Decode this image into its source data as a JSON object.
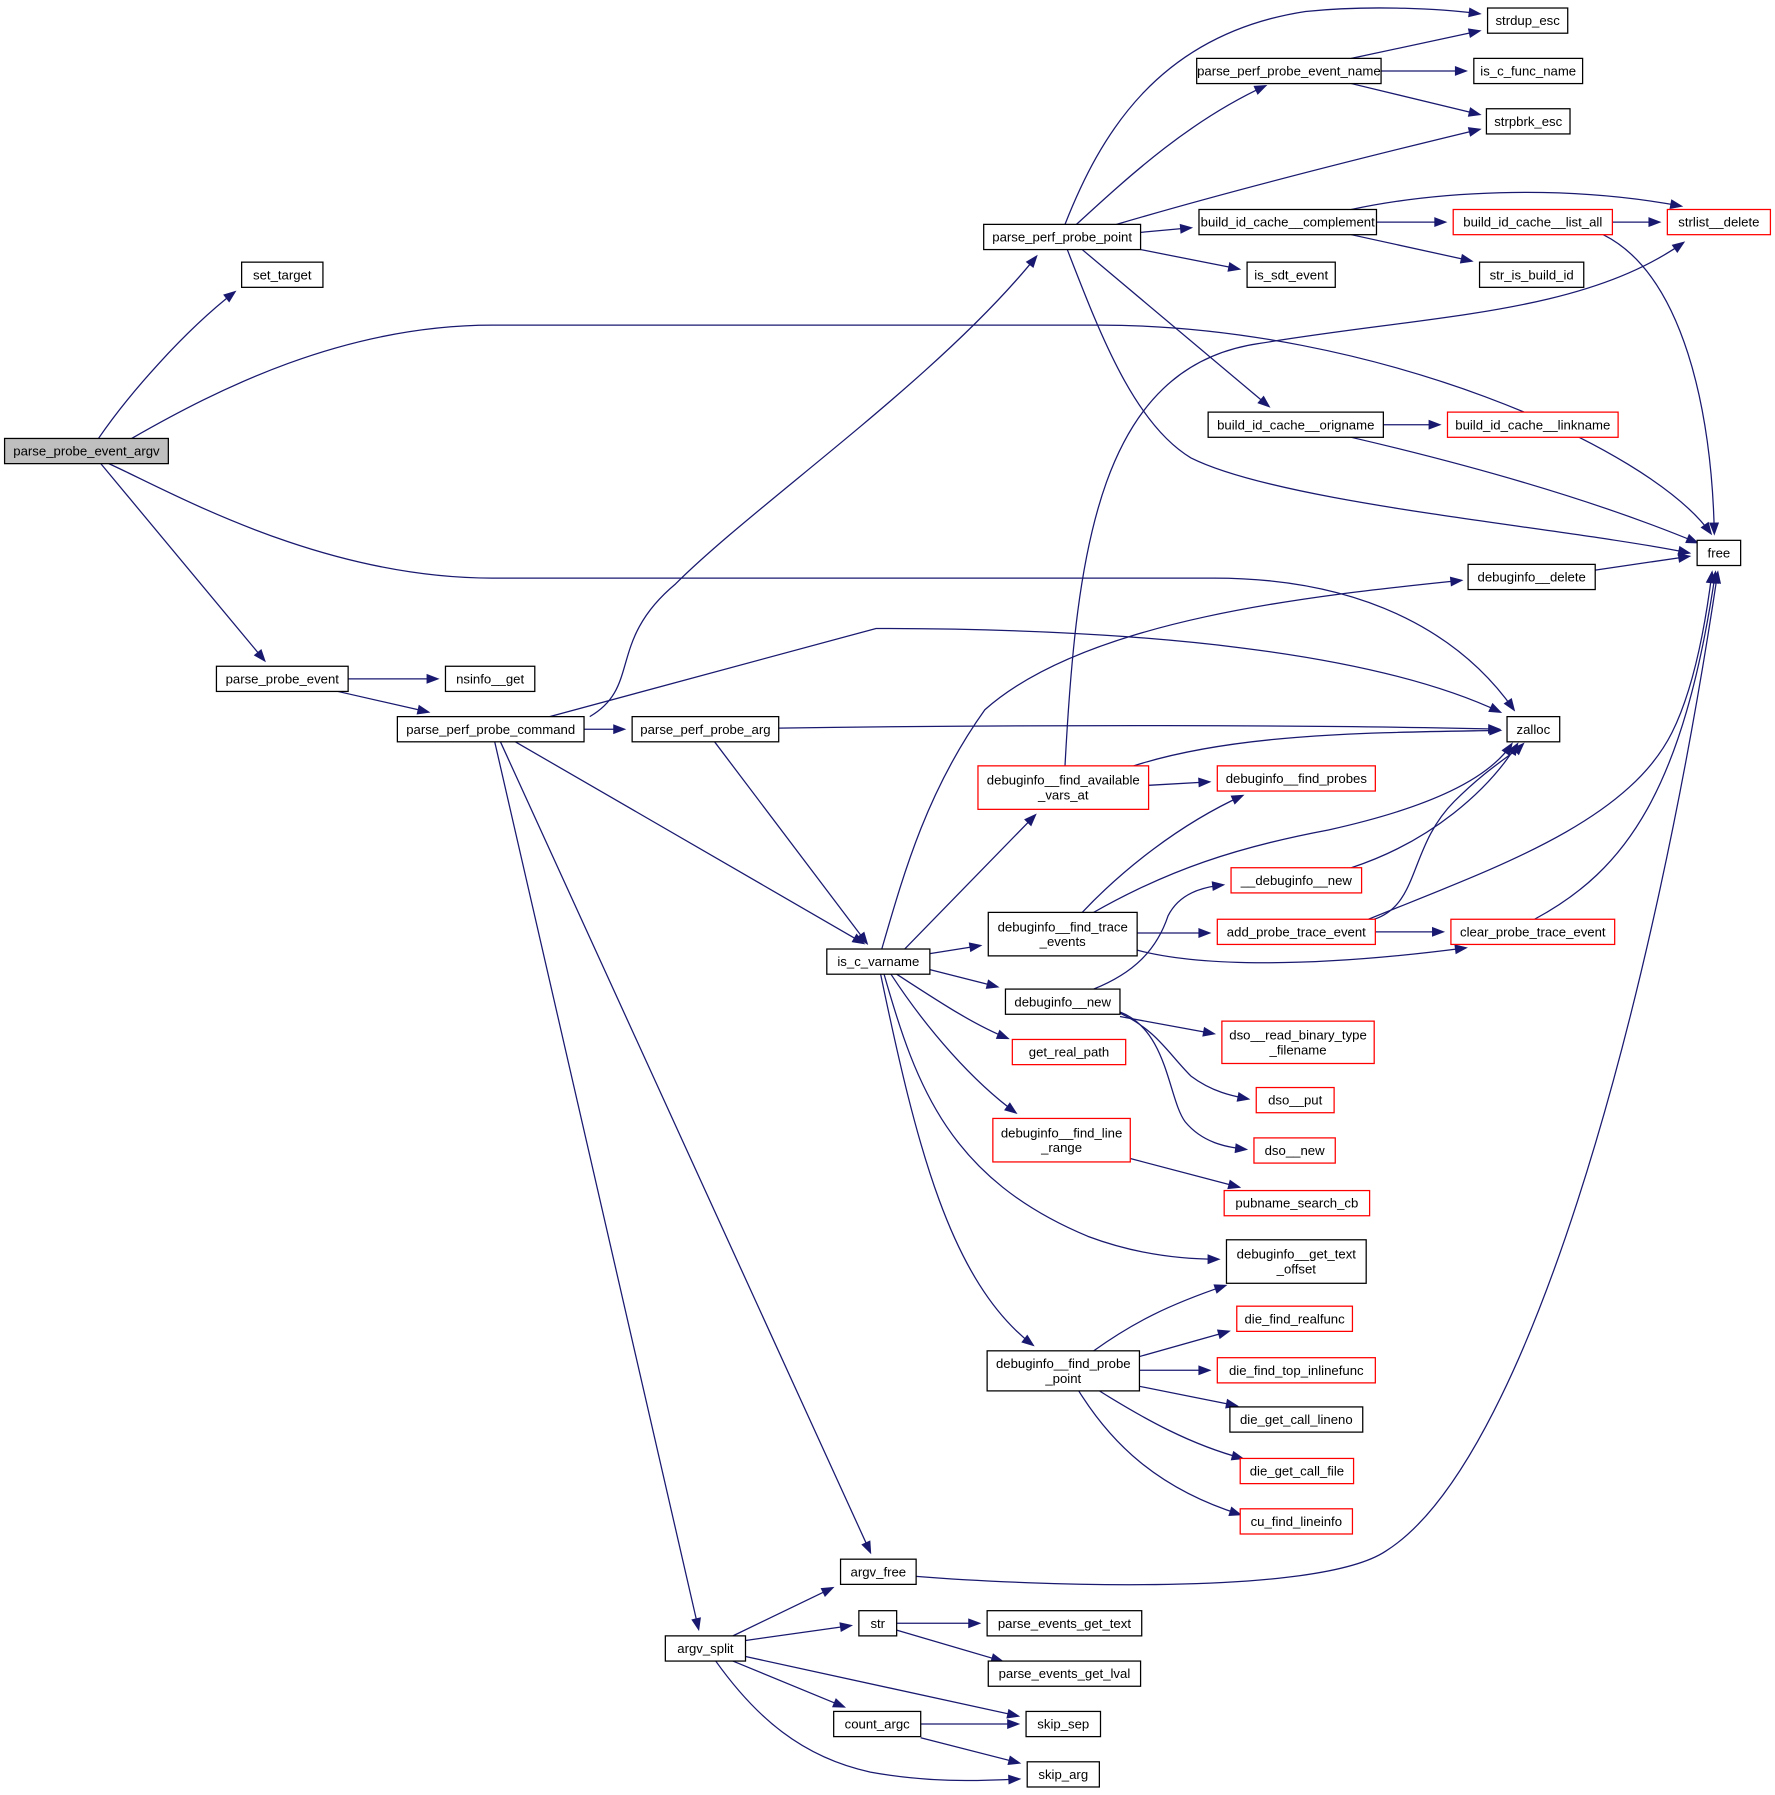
{
  "title": "Call graph for parse_probe_event_argv",
  "colors": {
    "edge": "#191970",
    "node_border": "#000000",
    "node_border_truncated": "#ff0000",
    "node_fill": "#ffffff",
    "root_fill": "#bfbfbf"
  },
  "nodes": [
    {
      "id": "parse_probe_event_argv",
      "label": [
        "parse_probe_event_argv"
      ],
      "kind": "root"
    },
    {
      "id": "set_target",
      "label": [
        "set_target"
      ],
      "kind": "normal"
    },
    {
      "id": "free",
      "label": [
        "free"
      ],
      "kind": "normal"
    },
    {
      "id": "zalloc",
      "label": [
        "zalloc"
      ],
      "kind": "normal"
    },
    {
      "id": "parse_probe_event",
      "label": [
        "parse_probe_event"
      ],
      "kind": "normal"
    },
    {
      "id": "nsinfo__get",
      "label": [
        "nsinfo__get"
      ],
      "kind": "normal"
    },
    {
      "id": "parse_perf_probe_command",
      "label": [
        "parse_perf_probe_command"
      ],
      "kind": "normal"
    },
    {
      "id": "parse_perf_probe_arg",
      "label": [
        "parse_perf_probe_arg"
      ],
      "kind": "normal"
    },
    {
      "id": "parse_perf_probe_point",
      "label": [
        "parse_perf_probe_point"
      ],
      "kind": "normal"
    },
    {
      "id": "parse_perf_probe_event_name",
      "label": [
        "parse_perf_probe_event_name"
      ],
      "kind": "normal"
    },
    {
      "id": "strdup_esc",
      "label": [
        "strdup_esc"
      ],
      "kind": "normal"
    },
    {
      "id": "is_c_func_name",
      "label": [
        "is_c_func_name"
      ],
      "kind": "normal"
    },
    {
      "id": "strpbrk_esc",
      "label": [
        "strpbrk_esc"
      ],
      "kind": "normal"
    },
    {
      "id": "build_id_cache__complement",
      "label": [
        "build_id_cache__complement"
      ],
      "kind": "normal"
    },
    {
      "id": "build_id_cache__list_all",
      "label": [
        "build_id_cache__list_all"
      ],
      "kind": "truncated"
    },
    {
      "id": "strlist__delete",
      "label": [
        "strlist__delete"
      ],
      "kind": "truncated"
    },
    {
      "id": "is_sdt_event",
      "label": [
        "is_sdt_event"
      ],
      "kind": "normal"
    },
    {
      "id": "str_is_build_id",
      "label": [
        "str_is_build_id"
      ],
      "kind": "normal"
    },
    {
      "id": "build_id_cache__origname",
      "label": [
        "build_id_cache__origname"
      ],
      "kind": "normal"
    },
    {
      "id": "build_id_cache__linkname",
      "label": [
        "build_id_cache__linkname"
      ],
      "kind": "truncated"
    },
    {
      "id": "debuginfo__delete",
      "label": [
        "debuginfo__delete"
      ],
      "kind": "normal"
    },
    {
      "id": "is_c_varname",
      "label": [
        "is_c_varname"
      ],
      "kind": "normal"
    },
    {
      "id": "debuginfo__find_available_vars_at",
      "label": [
        "debuginfo__find_available",
        "_vars_at"
      ],
      "kind": "truncated"
    },
    {
      "id": "debuginfo__find_probes",
      "label": [
        "debuginfo__find_probes"
      ],
      "kind": "truncated"
    },
    {
      "id": "__debuginfo__new",
      "label": [
        "__debuginfo__new"
      ],
      "kind": "truncated"
    },
    {
      "id": "debuginfo__find_trace_events",
      "label": [
        "debuginfo__find_trace",
        "_events"
      ],
      "kind": "normal"
    },
    {
      "id": "add_probe_trace_event",
      "label": [
        "add_probe_trace_event"
      ],
      "kind": "truncated"
    },
    {
      "id": "clear_probe_trace_event",
      "label": [
        "clear_probe_trace_event"
      ],
      "kind": "truncated"
    },
    {
      "id": "debuginfo__new",
      "label": [
        "debuginfo__new"
      ],
      "kind": "normal"
    },
    {
      "id": "dso__read_binary_type_filename",
      "label": [
        "dso__read_binary_type",
        "_filename"
      ],
      "kind": "truncated"
    },
    {
      "id": "get_real_path",
      "label": [
        "get_real_path"
      ],
      "kind": "truncated"
    },
    {
      "id": "dso__put",
      "label": [
        "dso__put"
      ],
      "kind": "truncated"
    },
    {
      "id": "dso__new",
      "label": [
        "dso__new"
      ],
      "kind": "truncated"
    },
    {
      "id": "debuginfo__find_line_range",
      "label": [
        "debuginfo__find_line",
        "_range"
      ],
      "kind": "truncated"
    },
    {
      "id": "pubname_search_cb",
      "label": [
        "pubname_search_cb"
      ],
      "kind": "truncated"
    },
    {
      "id": "debuginfo__get_text_offset",
      "label": [
        "debuginfo__get_text",
        "_offset"
      ],
      "kind": "normal"
    },
    {
      "id": "die_find_realfunc",
      "label": [
        "die_find_realfunc"
      ],
      "kind": "truncated"
    },
    {
      "id": "debuginfo__find_probe_point",
      "label": [
        "debuginfo__find_probe",
        "_point"
      ],
      "kind": "normal"
    },
    {
      "id": "die_find_top_inlinefunc",
      "label": [
        "die_find_top_inlinefunc"
      ],
      "kind": "truncated"
    },
    {
      "id": "die_get_call_lineno",
      "label": [
        "die_get_call_lineno"
      ],
      "kind": "normal"
    },
    {
      "id": "die_get_call_file",
      "label": [
        "die_get_call_file"
      ],
      "kind": "truncated"
    },
    {
      "id": "cu_find_lineinfo",
      "label": [
        "cu_find_lineinfo"
      ],
      "kind": "truncated"
    },
    {
      "id": "argv_free",
      "label": [
        "argv_free"
      ],
      "kind": "normal"
    },
    {
      "id": "str",
      "label": [
        "str"
      ],
      "kind": "normal"
    },
    {
      "id": "parse_events_get_text",
      "label": [
        "parse_events_get_text"
      ],
      "kind": "normal"
    },
    {
      "id": "argv_split",
      "label": [
        "argv_split"
      ],
      "kind": "normal"
    },
    {
      "id": "parse_events_get_lval",
      "label": [
        "parse_events_get_lval"
      ],
      "kind": "normal"
    },
    {
      "id": "count_argc",
      "label": [
        "count_argc"
      ],
      "kind": "normal"
    },
    {
      "id": "skip_sep",
      "label": [
        "skip_sep"
      ],
      "kind": "normal"
    },
    {
      "id": "skip_arg",
      "label": [
        "skip_arg"
      ],
      "kind": "normal"
    }
  ],
  "edges": [
    [
      "parse_probe_event_argv",
      "set_target"
    ],
    [
      "parse_probe_event_argv",
      "free"
    ],
    [
      "parse_probe_event_argv",
      "zalloc"
    ],
    [
      "parse_probe_event_argv",
      "parse_probe_event"
    ],
    [
      "parse_probe_event",
      "nsinfo__get"
    ],
    [
      "parse_probe_event",
      "parse_perf_probe_command"
    ],
    [
      "parse_perf_probe_command",
      "parse_perf_probe_point"
    ],
    [
      "parse_perf_probe_command",
      "zalloc"
    ],
    [
      "parse_perf_probe_command",
      "parse_perf_probe_arg"
    ],
    [
      "parse_perf_probe_command",
      "is_c_varname"
    ],
    [
      "parse_perf_probe_command",
      "argv_free"
    ],
    [
      "parse_perf_probe_command",
      "argv_split"
    ],
    [
      "parse_perf_probe_arg",
      "zalloc"
    ],
    [
      "parse_perf_probe_arg",
      "is_c_varname"
    ],
    [
      "parse_perf_probe_point",
      "strdup_esc"
    ],
    [
      "parse_perf_probe_point",
      "parse_perf_probe_event_name"
    ],
    [
      "parse_perf_probe_point",
      "strpbrk_esc"
    ],
    [
      "parse_perf_probe_point",
      "build_id_cache__complement"
    ],
    [
      "parse_perf_probe_point",
      "is_sdt_event"
    ],
    [
      "parse_perf_probe_point",
      "build_id_cache__origname"
    ],
    [
      "parse_perf_probe_point",
      "free"
    ],
    [
      "parse_perf_probe_event_name",
      "strdup_esc"
    ],
    [
      "parse_perf_probe_event_name",
      "is_c_func_name"
    ],
    [
      "parse_perf_probe_event_name",
      "strpbrk_esc"
    ],
    [
      "build_id_cache__complement",
      "strlist__delete"
    ],
    [
      "build_id_cache__complement",
      "build_id_cache__list_all"
    ],
    [
      "build_id_cache__complement",
      "str_is_build_id"
    ],
    [
      "build_id_cache__list_all",
      "strlist__delete"
    ],
    [
      "build_id_cache__list_all",
      "free"
    ],
    [
      "build_id_cache__origname",
      "build_id_cache__linkname"
    ],
    [
      "build_id_cache__origname",
      "free"
    ],
    [
      "debuginfo__delete",
      "free"
    ],
    [
      "is_c_varname",
      "debuginfo__delete"
    ],
    [
      "is_c_varname",
      "debuginfo__find_available_vars_at"
    ],
    [
      "is_c_varname",
      "debuginfo__find_trace_events"
    ],
    [
      "is_c_varname",
      "debuginfo__new"
    ],
    [
      "is_c_varname",
      "get_real_path"
    ],
    [
      "is_c_varname",
      "debuginfo__find_line_range"
    ],
    [
      "is_c_varname",
      "debuginfo__get_text_offset"
    ],
    [
      "is_c_varname",
      "debuginfo__find_probe_point"
    ],
    [
      "debuginfo__find_available_vars_at",
      "strlist__delete"
    ],
    [
      "debuginfo__find_available_vars_at",
      "zalloc"
    ],
    [
      "debuginfo__find_available_vars_at",
      "debuginfo__find_probes"
    ],
    [
      "debuginfo__find_trace_events",
      "debuginfo__find_probes"
    ],
    [
      "debuginfo__find_trace_events",
      "zalloc"
    ],
    [
      "debuginfo__find_trace_events",
      "add_probe_trace_event"
    ],
    [
      "debuginfo__find_trace_events",
      "clear_probe_trace_event"
    ],
    [
      "__debuginfo__new",
      "zalloc"
    ],
    [
      "add_probe_trace_event",
      "zalloc"
    ],
    [
      "add_probe_trace_event",
      "free"
    ],
    [
      "add_probe_trace_event",
      "clear_probe_trace_event"
    ],
    [
      "clear_probe_trace_event",
      "free"
    ],
    [
      "debuginfo__new",
      "__debuginfo__new"
    ],
    [
      "debuginfo__new",
      "dso__read_binary_type_filename"
    ],
    [
      "debuginfo__new",
      "dso__put"
    ],
    [
      "debuginfo__new",
      "dso__new"
    ],
    [
      "debuginfo__find_line_range",
      "pubname_search_cb"
    ],
    [
      "debuginfo__find_probe_point",
      "debuginfo__get_text_offset"
    ],
    [
      "debuginfo__find_probe_point",
      "die_find_realfunc"
    ],
    [
      "debuginfo__find_probe_point",
      "die_find_top_inlinefunc"
    ],
    [
      "debuginfo__find_probe_point",
      "die_get_call_lineno"
    ],
    [
      "debuginfo__find_probe_point",
      "die_get_call_file"
    ],
    [
      "debuginfo__find_probe_point",
      "cu_find_lineinfo"
    ],
    [
      "argv_free",
      "free"
    ],
    [
      "argv_split",
      "argv_free"
    ],
    [
      "argv_split",
      "str"
    ],
    [
      "argv_split",
      "skip_sep"
    ],
    [
      "argv_split",
      "count_argc"
    ],
    [
      "argv_split",
      "skip_arg"
    ],
    [
      "str",
      "parse_events_get_text"
    ],
    [
      "str",
      "parse_events_get_lval"
    ],
    [
      "count_argc",
      "skip_sep"
    ],
    [
      "count_argc",
      "skip_arg"
    ]
  ]
}
